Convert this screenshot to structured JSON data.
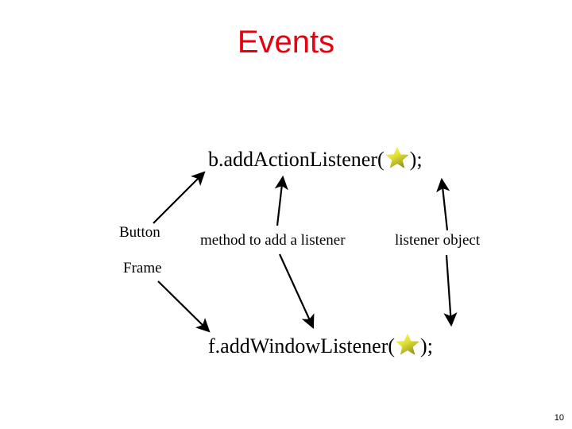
{
  "slide": {
    "title": "Events",
    "page_number": "10",
    "background_color": "#ffffff",
    "title_color": "#e8000d",
    "text_color": "#000000"
  },
  "code_lines": [
    {
      "id": "code-top",
      "prefix": "b.addActionListener(",
      "star_icon": "star-icon",
      "suffix": ");"
    },
    {
      "id": "code-bottom",
      "prefix": "f.addWindowListener(",
      "star_icon": "star-icon",
      "suffix": ");"
    }
  ],
  "labels": {
    "button": "Button",
    "frame": "Frame",
    "method": "method to add a listener",
    "object": "listener object"
  },
  "star": {
    "name": "star-icon",
    "fill_light": "#f2f24a",
    "fill_mid": "#d6d62a",
    "fill_dark": "#8a8a1f"
  },
  "annotations": [
    {
      "name": "arrow-button-to-top-code",
      "from": "Button",
      "to": "b.addActionListener("
    },
    {
      "name": "arrow-method-to-top-code",
      "from": "method to add a listener",
      "to": "addActionListener"
    },
    {
      "name": "arrow-object-to-top-star",
      "from": "listener object",
      "to": "star in top code line"
    },
    {
      "name": "arrow-frame-to-bottom-code",
      "from": "Frame",
      "to": "f.addWindowListener("
    },
    {
      "name": "arrow-method-to-bottom-code",
      "from": "method to add a listener",
      "to": "addWindowListener"
    },
    {
      "name": "arrow-object-to-bottom-star",
      "from": "listener object",
      "to": "star in bottom code line"
    }
  ]
}
